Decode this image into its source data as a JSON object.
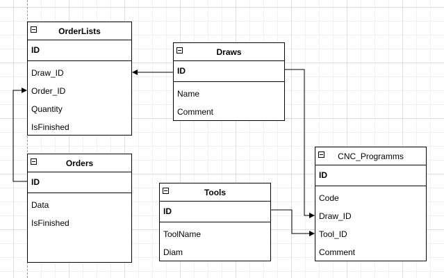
{
  "tables": {
    "orderlists": {
      "title": "OrderLists",
      "pk": "ID",
      "fields": [
        "Draw_ID",
        "Order_ID",
        "Quantity",
        "IsFinished"
      ]
    },
    "draws": {
      "title": "Draws",
      "pk": "ID",
      "fields": [
        "Name",
        "Comment"
      ]
    },
    "orders": {
      "title": "Orders",
      "pk": "ID",
      "fields": [
        "Data",
        "IsFinished"
      ]
    },
    "tools": {
      "title": "Tools",
      "pk": "ID",
      "fields": [
        "ToolName",
        "Diam"
      ]
    },
    "cnc_programms": {
      "title": "CNC_Programms",
      "pk": "ID",
      "fields": [
        "Code",
        "Draw_ID",
        "Tool_ID",
        "Comment"
      ]
    }
  },
  "relations": [
    {
      "from": "Draws.ID",
      "to": "OrderLists.Draw_ID"
    },
    {
      "from": "Orders.ID",
      "to": "OrderLists.Order_ID"
    },
    {
      "from": "Draws.ID",
      "to": "CNC_Programms.Draw_ID"
    },
    {
      "from": "Tools.ID",
      "to": "CNC_Programms.Tool_ID"
    }
  ]
}
